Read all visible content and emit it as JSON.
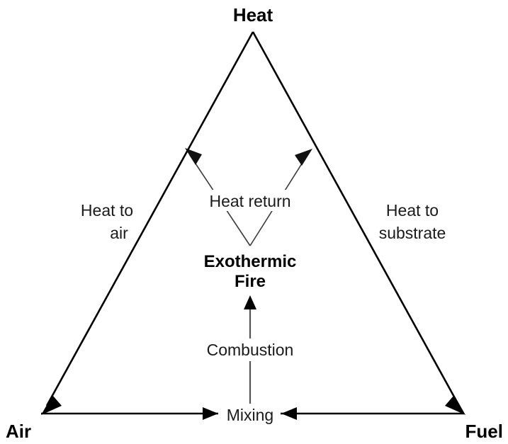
{
  "diagram": {
    "title_vertices": {
      "top": "Heat",
      "bottom_left": "Air",
      "bottom_right": "Fuel"
    },
    "center_node": {
      "line1": "Exothermic",
      "line2": "Fire"
    },
    "edge_labels": {
      "left_side_line1": "Heat to",
      "left_side_line2": "air",
      "right_side_line1": "Heat to",
      "right_side_line2": "substrate",
      "heat_return": "Heat return",
      "combustion": "Combustion",
      "mixing": "Mixing"
    },
    "colors": {
      "background": "#ffffff",
      "stroke": "#000000",
      "thin_stroke": "#3a3a3a",
      "text": "#000000"
    }
  }
}
